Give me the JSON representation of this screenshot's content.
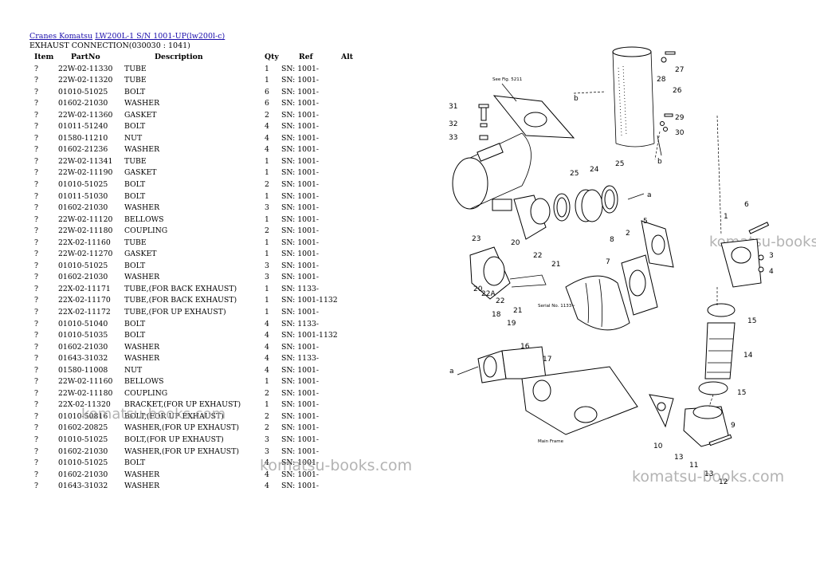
{
  "breadcrumb": {
    "link1": "Cranes Komatsu",
    "link2": "LW200L-1 S/N 1001-UP(lw200l-c)"
  },
  "section_title": "EXHAUST CONNECTION(030030 : 1041)",
  "table": {
    "headers": {
      "item": "Item",
      "part": "PartNo",
      "desc": "Description",
      "qty": "Qty",
      "ref": "Ref",
      "alt": "Alt"
    },
    "rows": [
      {
        "item": "?",
        "part": "22W-02-11330",
        "desc": "TUBE",
        "qty": "1",
        "ref": "SN: 1001-"
      },
      {
        "item": "?",
        "part": "22W-02-11320",
        "desc": "TUBE",
        "qty": "1",
        "ref": "SN: 1001-"
      },
      {
        "item": "?",
        "part": "01010-51025",
        "desc": "BOLT",
        "qty": "6",
        "ref": "SN: 1001-"
      },
      {
        "item": "?",
        "part": "01602-21030",
        "desc": "WASHER",
        "qty": "6",
        "ref": "SN: 1001-"
      },
      {
        "item": "?",
        "part": "22W-02-11360",
        "desc": "GASKET",
        "qty": "2",
        "ref": "SN: 1001-"
      },
      {
        "item": "?",
        "part": "01011-51240",
        "desc": "BOLT",
        "qty": "4",
        "ref": "SN: 1001-"
      },
      {
        "item": "?",
        "part": "01580-11210",
        "desc": "NUT",
        "qty": "4",
        "ref": "SN: 1001-"
      },
      {
        "item": "?",
        "part": "01602-21236",
        "desc": "WASHER",
        "qty": "4",
        "ref": "SN: 1001-"
      },
      {
        "item": "?",
        "part": "22W-02-11341",
        "desc": "TUBE",
        "qty": "1",
        "ref": "SN: 1001-"
      },
      {
        "item": "?",
        "part": "22W-02-11190",
        "desc": "GASKET",
        "qty": "1",
        "ref": "SN: 1001-"
      },
      {
        "item": "?",
        "part": "01010-51025",
        "desc": "BOLT",
        "qty": "2",
        "ref": "SN: 1001-"
      },
      {
        "item": "?",
        "part": "01011-51030",
        "desc": "BOLT",
        "qty": "1",
        "ref": "SN: 1001-"
      },
      {
        "item": "?",
        "part": "01602-21030",
        "desc": "WASHER",
        "qty": "3",
        "ref": "SN: 1001-"
      },
      {
        "item": "?",
        "part": "22W-02-11120",
        "desc": "BELLOWS",
        "qty": "1",
        "ref": "SN: 1001-"
      },
      {
        "item": "?",
        "part": "22W-02-11180",
        "desc": "COUPLING",
        "qty": "2",
        "ref": "SN: 1001-"
      },
      {
        "item": "?",
        "part": "22X-02-11160",
        "desc": "TUBE",
        "qty": "1",
        "ref": "SN: 1001-"
      },
      {
        "item": "?",
        "part": "22W-02-11270",
        "desc": "GASKET",
        "qty": "1",
        "ref": "SN: 1001-"
      },
      {
        "item": "?",
        "part": "01010-51025",
        "desc": "BOLT",
        "qty": "3",
        "ref": "SN: 1001-"
      },
      {
        "item": "?",
        "part": "01602-21030",
        "desc": "WASHER",
        "qty": "3",
        "ref": "SN: 1001-"
      },
      {
        "item": "?",
        "part": "22X-02-11171",
        "desc": "TUBE,(FOR BACK EXHAUST)",
        "qty": "1",
        "ref": "SN: 1133-"
      },
      {
        "item": "?",
        "part": "22X-02-11170",
        "desc": "TUBE,(FOR BACK EXHAUST)",
        "qty": "1",
        "ref": "SN: 1001-1132"
      },
      {
        "item": "?",
        "part": "22X-02-11172",
        "desc": "TUBE,(FOR UP EXHAUST)",
        "qty": "1",
        "ref": "SN: 1001-"
      },
      {
        "item": "?",
        "part": "01010-51040",
        "desc": "BOLT",
        "qty": "4",
        "ref": "SN: 1133-"
      },
      {
        "item": "?",
        "part": "01010-51035",
        "desc": "BOLT",
        "qty": "4",
        "ref": "SN: 1001-1132"
      },
      {
        "item": "?",
        "part": "01602-21030",
        "desc": "WASHER",
        "qty": "4",
        "ref": "SN: 1001-"
      },
      {
        "item": "?",
        "part": "01643-31032",
        "desc": "WASHER",
        "qty": "4",
        "ref": "SN: 1133-"
      },
      {
        "item": "?",
        "part": "01580-11008",
        "desc": "NUT",
        "qty": "4",
        "ref": "SN: 1001-"
      },
      {
        "item": "?",
        "part": "22W-02-11160",
        "desc": "BELLOWS",
        "qty": "1",
        "ref": "SN: 1001-"
      },
      {
        "item": "?",
        "part": "22W-02-11180",
        "desc": "COUPLING",
        "qty": "2",
        "ref": "SN: 1001-"
      },
      {
        "item": "?",
        "part": "22X-02-11320",
        "desc": "BRACKET,(FOR UP EXHAUST)",
        "qty": "1",
        "ref": "SN: 1001-"
      },
      {
        "item": "?",
        "part": "01010-50816",
        "desc": "BOLT,(FOR UP EXHAUST)",
        "qty": "2",
        "ref": "SN: 1001-"
      },
      {
        "item": "?",
        "part": "01602-20825",
        "desc": "WASHER,(FOR UP EXHAUST)",
        "qty": "2",
        "ref": "SN: 1001-"
      },
      {
        "item": "?",
        "part": "01010-51025",
        "desc": "BOLT,(FOR UP EXHAUST)",
        "qty": "3",
        "ref": "SN: 1001-"
      },
      {
        "item": "?",
        "part": "01602-21030",
        "desc": "WASHER,(FOR UP EXHAUST)",
        "qty": "3",
        "ref": "SN: 1001-"
      },
      {
        "item": "?",
        "part": "01010-51025",
        "desc": "BOLT",
        "qty": "4",
        "ref": "SN: 1001-"
      },
      {
        "item": "?",
        "part": "01602-21030",
        "desc": "WASHER",
        "qty": "4",
        "ref": "SN: 1001-"
      },
      {
        "item": "?",
        "part": "01643-31032",
        "desc": "WASHER",
        "qty": "4",
        "ref": "SN: 1001-"
      }
    ]
  },
  "watermark_text": "komatsu-books.com",
  "diagram": {
    "see_fig_label": "See Fig. 5211",
    "serial_note": "Serial No. 1133~",
    "main_frame_label": "Main Frame",
    "callouts": [
      "1",
      "2",
      "3",
      "4",
      "5",
      "6",
      "7",
      "8",
      "9",
      "10",
      "11",
      "12",
      "13",
      "13",
      "14",
      "15",
      "15",
      "16",
      "17",
      "18",
      "19",
      "20",
      "20",
      "21",
      "21",
      "22",
      "22",
      "22A",
      "23",
      "24",
      "25",
      "25",
      "26",
      "27",
      "28",
      "29",
      "30",
      "31",
      "32",
      "33",
      "a",
      "a",
      "b",
      "b"
    ]
  }
}
